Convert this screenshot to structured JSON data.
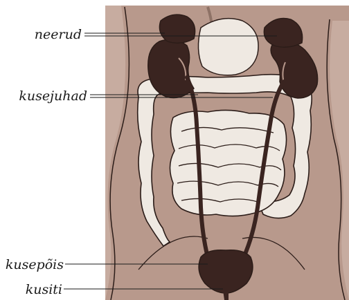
{
  "labels": {
    "kidneys": "neerud",
    "ureters": "kusejuhad",
    "bladder": "kusepõis",
    "urethra": "kusiti"
  },
  "colors": {
    "skin": "#b8998c",
    "skin_light": "#c7aca0",
    "organ_dark": "#3a2420",
    "intestine": "#efe9e2",
    "outline": "#2b1c18",
    "shadow": "#8e7266"
  }
}
